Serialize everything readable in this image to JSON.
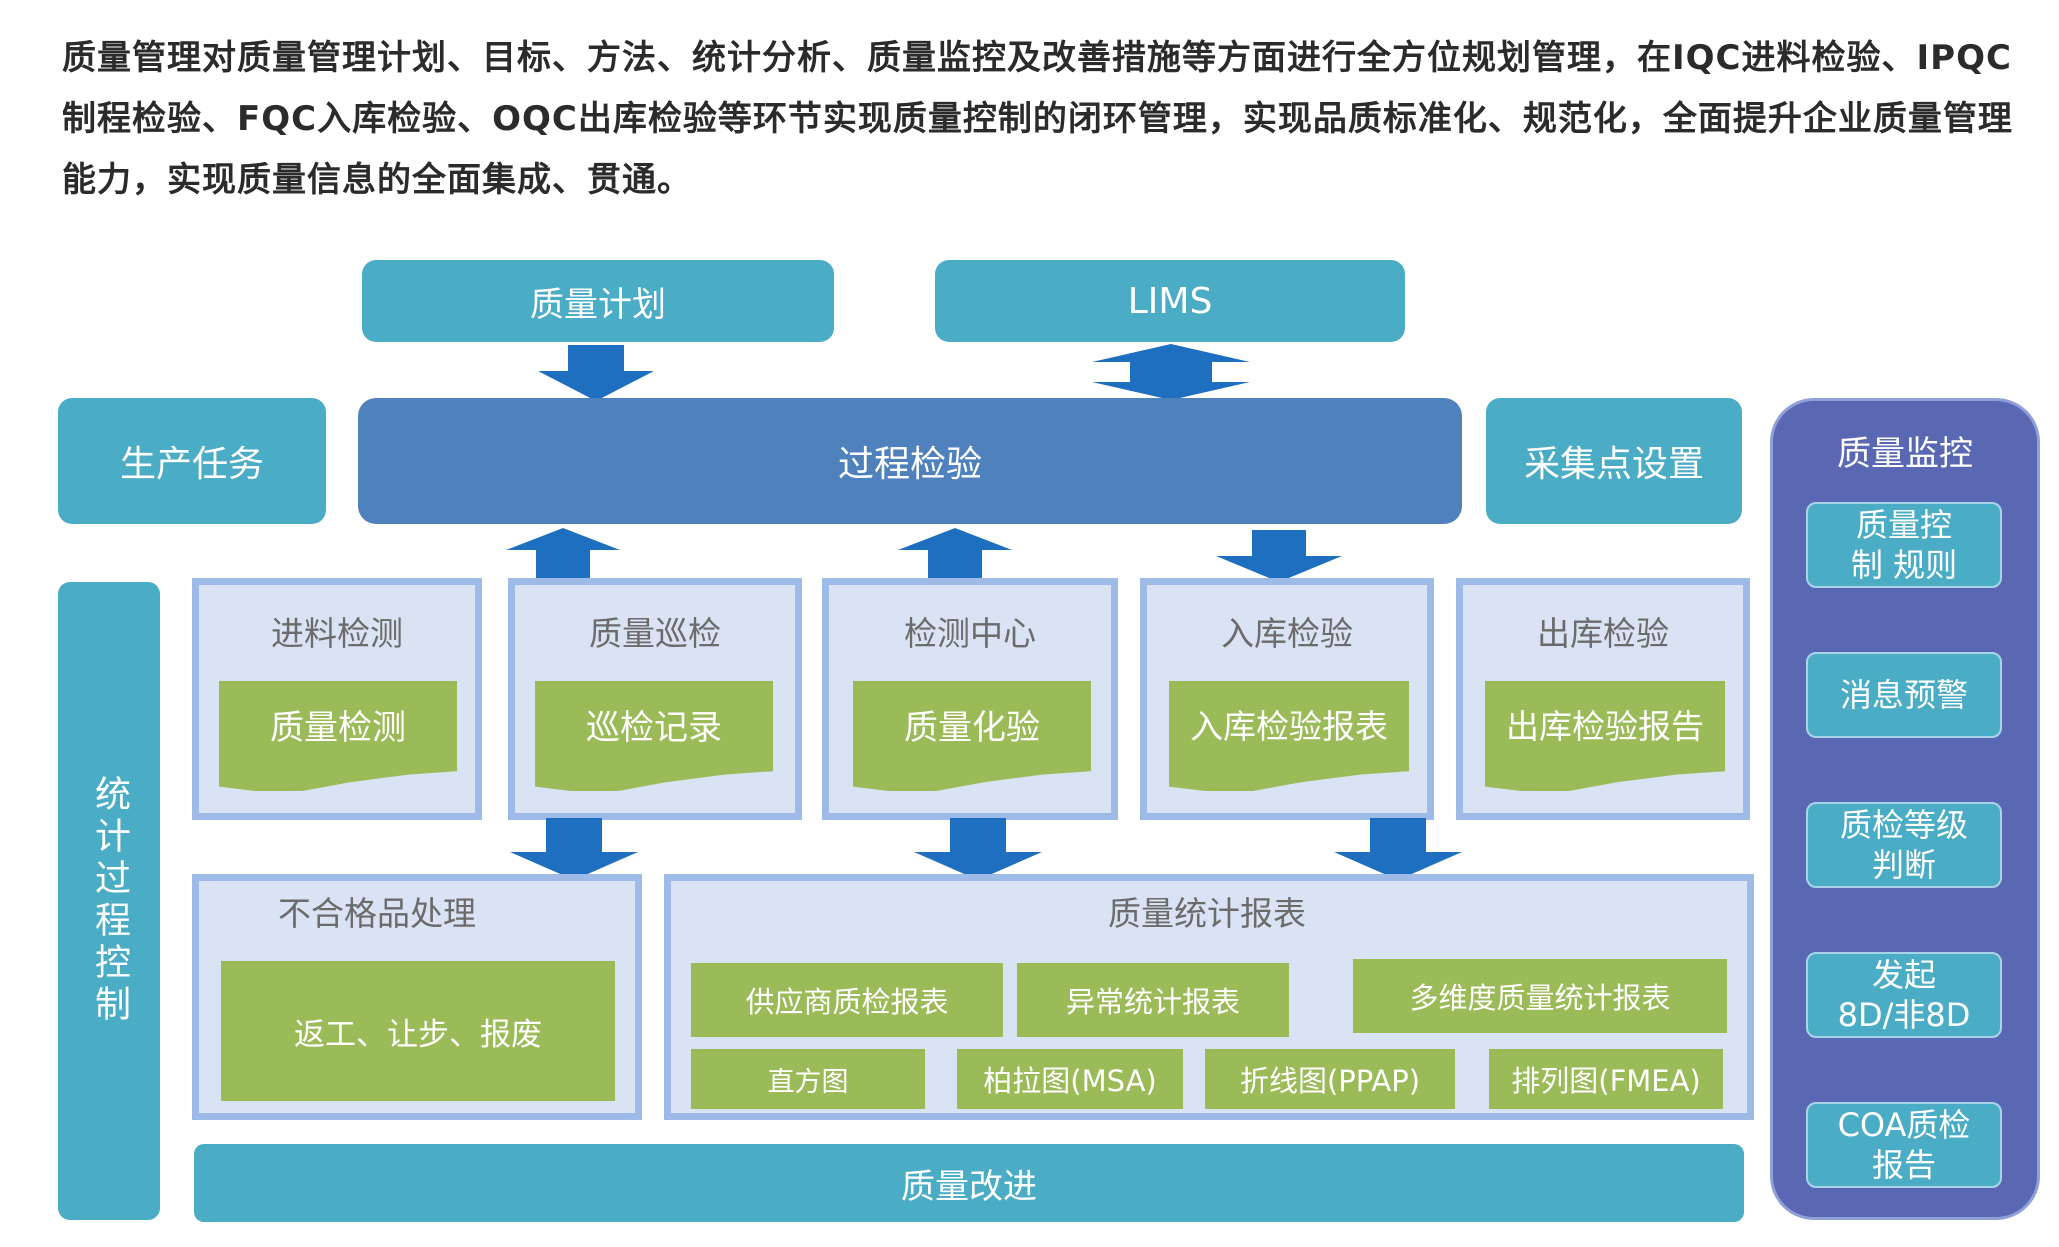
{
  "intro": "质量管理对质量管理计划、目标、方法、统计分析、质量监控及改善措施等方面进行全方位规划管理，在IQC进料检验、IPQC制程检验、FQC入库检验、OQC出库检验等环节实现质量控制的闭环管理，实现品质标准化、规范化，全面提升企业质量管理能力，实现质量信息的全面集成、贯通。",
  "top": {
    "plan": "质量计划",
    "lims": "LIMS"
  },
  "row2": {
    "task": "生产任务",
    "process": "过程检验",
    "collect": "采集点设置"
  },
  "left_bar": "统计过程控制",
  "inspection_panels": [
    {
      "title": "进料检测",
      "doc": "质量检测"
    },
    {
      "title": "质量巡检",
      "doc": "巡检记录"
    },
    {
      "title": "检测中心",
      "doc": "质量化验"
    },
    {
      "title": "入库检验",
      "doc": "入库检验报表"
    },
    {
      "title": "出库检验",
      "doc": "出库检验报告"
    }
  ],
  "nonconforming": {
    "title": "不合格品处理",
    "content": "返工、让步、报废"
  },
  "stats": {
    "title": "质量统计报表",
    "row1": [
      "供应商质检报表",
      "异常统计报表",
      "多维度质量统计报表"
    ],
    "row2": [
      "直方图",
      "柏拉图(MSA)",
      "折线图(PPAP)",
      "排列图(FMEA)"
    ]
  },
  "improve": "质量改进",
  "monitor": {
    "title": "质量监控",
    "items": [
      "质量控\n制 规则",
      "消息预警",
      "质检等级\n判断",
      "发起\n8D/非8D",
      "COA质检\n报告"
    ]
  },
  "colors": {
    "teal": "#4bacc6",
    "blue": "#4f81bd",
    "purple": "#5a68b4",
    "green": "#9bbb59",
    "arrow": "#1f6fc1"
  }
}
